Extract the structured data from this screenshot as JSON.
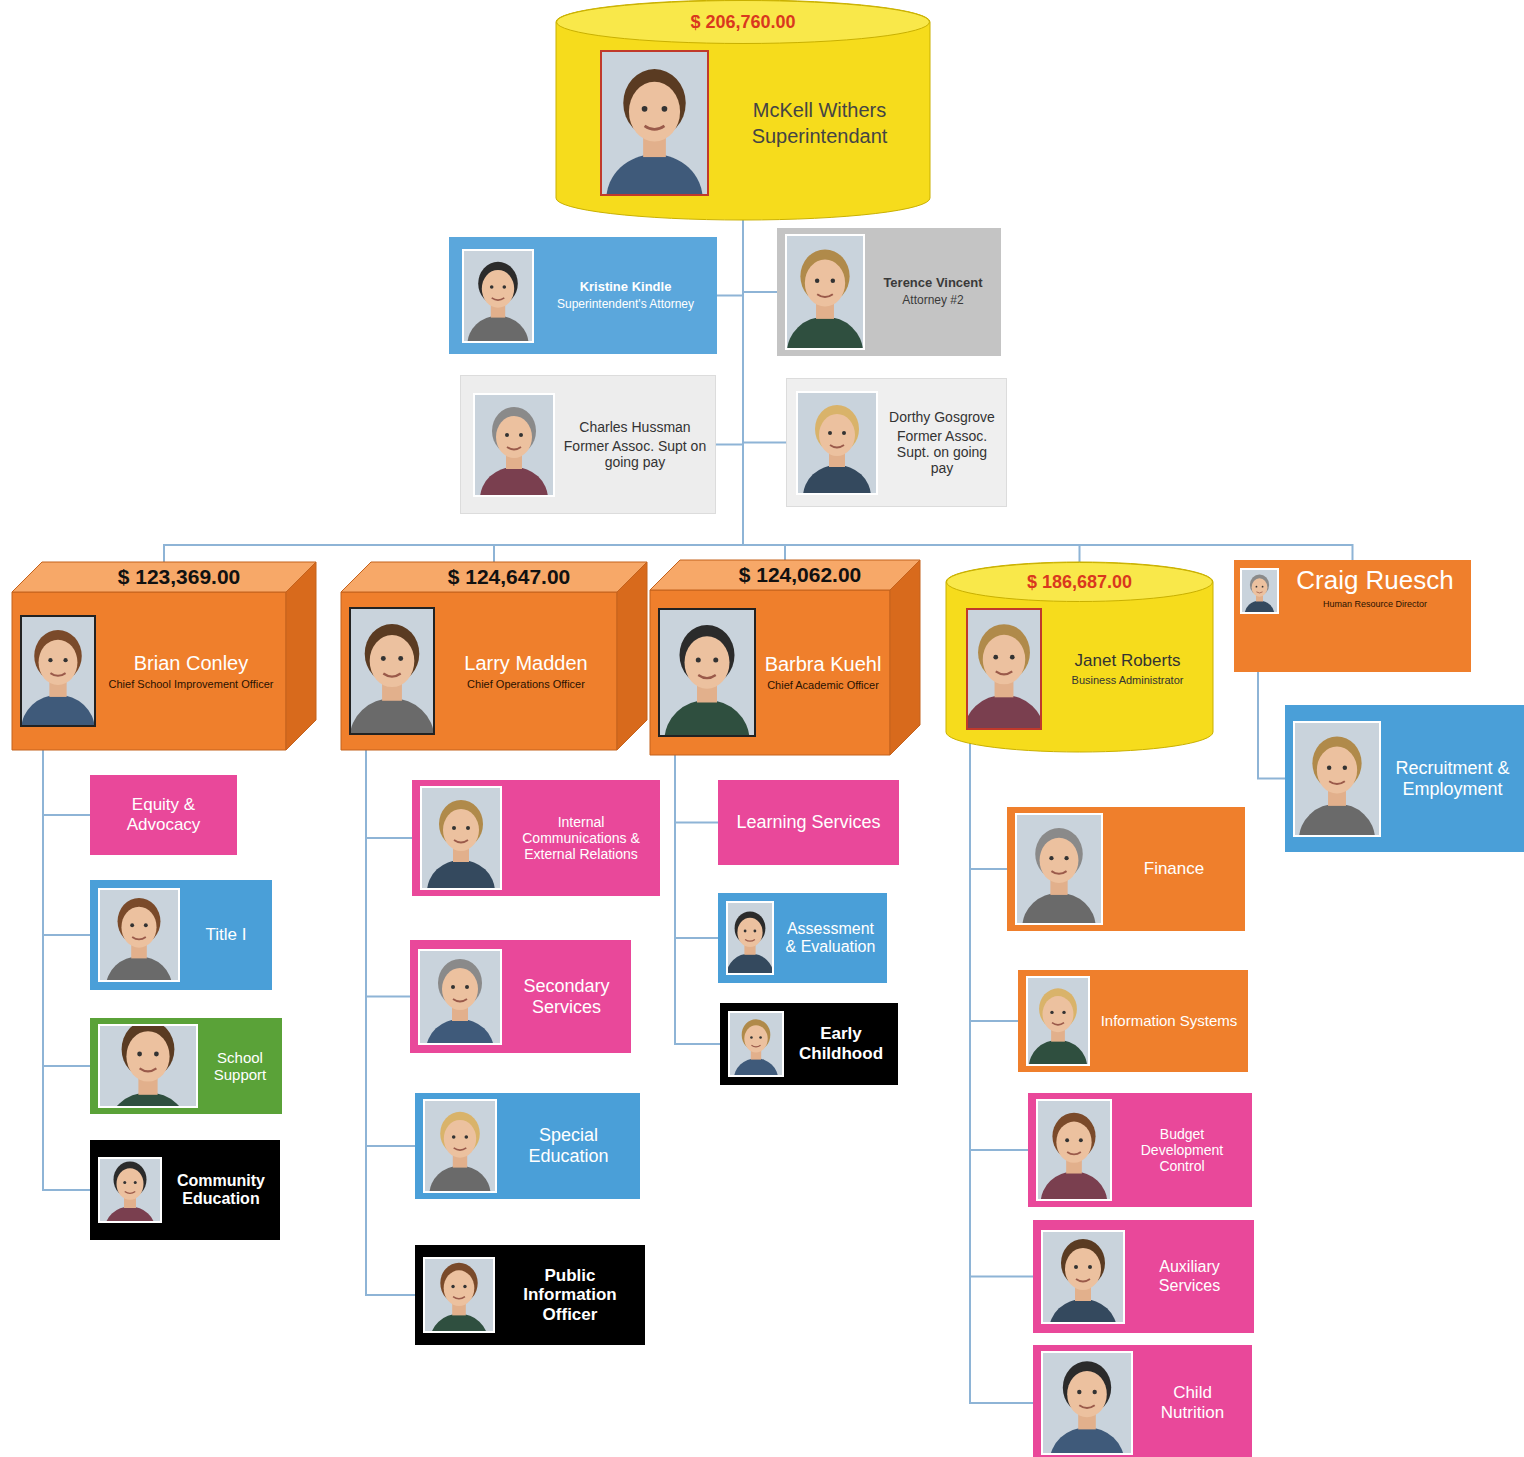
{
  "diagram": {
    "nodes": [
      {
        "text": [
          "$ 206,760.00",
          "McKell Withers",
          "Superintendant"
        ]
      },
      {
        "text": [
          "Kristine Kindle",
          "Superintendent's Attorney"
        ]
      },
      {
        "text": [
          "Terence Vincent",
          "Attorney #2"
        ]
      },
      {
        "text": [
          "Charles Hussman",
          "Former Assoc. Supt on going pay"
        ]
      },
      {
        "text": [
          "Dorthy Gosgrove",
          "Former Assoc. Supt. on going pay"
        ]
      },
      {
        "text": [
          "$ 123,369.00",
          "Brian Conley",
          "Chief School Improvement Officer"
        ]
      },
      {
        "text": [
          "$ 124,647.00",
          "Larry Madden",
          "Chief Operations Officer"
        ]
      },
      {
        "text": [
          "$ 124,062.00",
          "Barbra Kuehl",
          "Chief Academic Officer"
        ]
      },
      {
        "text": [
          "$ 186,687.00",
          "Janet Roberts",
          "Business Administrator"
        ]
      },
      {
        "text": [
          "Craig Ruesch",
          "Human Resource Director"
        ]
      },
      {
        "text": [
          "Equity & Advocacy"
        ]
      },
      {
        "text": [
          "Title I"
        ]
      },
      {
        "text": [
          "School Support"
        ]
      },
      {
        "text": [
          "Community Education"
        ]
      },
      {
        "text": [
          "Internal Communications & External Relations"
        ]
      },
      {
        "text": [
          "Secondary Services"
        ]
      },
      {
        "text": [
          "Special Education"
        ]
      },
      {
        "text": [
          "Public Information Officer"
        ]
      },
      {
        "text": [
          "Learning Services"
        ]
      },
      {
        "text": [
          "Assessment & Evaluation"
        ]
      },
      {
        "text": [
          "Early Childhood"
        ]
      },
      {
        "text": [
          "Finance"
        ]
      },
      {
        "text": [
          "Information Systems"
        ]
      },
      {
        "text": [
          "Budget Development Control"
        ]
      },
      {
        "text": [
          "Auxiliary Services"
        ]
      },
      {
        "text": [
          "Child Nutrition"
        ]
      },
      {
        "text": [
          "Recruitment & Employment"
        ]
      }
    ],
    "edges": [
      {
        "from": 0,
        "to": 1,
        "arrow": "none"
      },
      {
        "from": 0,
        "to": 2,
        "arrow": "none"
      },
      {
        "from": 0,
        "to": 3,
        "arrow": "none"
      },
      {
        "from": 0,
        "to": 4,
        "arrow": "none"
      },
      {
        "from": 0,
        "to": 5,
        "arrow": "none"
      },
      {
        "from": 0,
        "to": 6,
        "arrow": "none"
      },
      {
        "from": 0,
        "to": 7,
        "arrow": "none"
      },
      {
        "from": 0,
        "to": 8,
        "arrow": "none"
      },
      {
        "from": 0,
        "to": 9,
        "arrow": "none"
      },
      {
        "from": 5,
        "to": 10,
        "arrow": "none"
      },
      {
        "from": 5,
        "to": 11,
        "arrow": "none"
      },
      {
        "from": 5,
        "to": 12,
        "arrow": "none"
      },
      {
        "from": 5,
        "to": 13,
        "arrow": "none"
      },
      {
        "from": 6,
        "to": 14,
        "arrow": "none"
      },
      {
        "from": 6,
        "to": 15,
        "arrow": "none"
      },
      {
        "from": 6,
        "to": 16,
        "arrow": "none"
      },
      {
        "from": 6,
        "to": 17,
        "arrow": "none"
      },
      {
        "from": 7,
        "to": 18,
        "arrow": "none"
      },
      {
        "from": 7,
        "to": 19,
        "arrow": "none"
      },
      {
        "from": 7,
        "to": 20,
        "arrow": "none"
      },
      {
        "from": 8,
        "to": 21,
        "arrow": "none"
      },
      {
        "from": 8,
        "to": 22,
        "arrow": "none"
      },
      {
        "from": 8,
        "to": 23,
        "arrow": "none"
      },
      {
        "from": 8,
        "to": 24,
        "arrow": "none"
      },
      {
        "from": 8,
        "to": 25,
        "arrow": "none"
      },
      {
        "from": 9,
        "to": 26,
        "arrow": "none"
      }
    ]
  }
}
